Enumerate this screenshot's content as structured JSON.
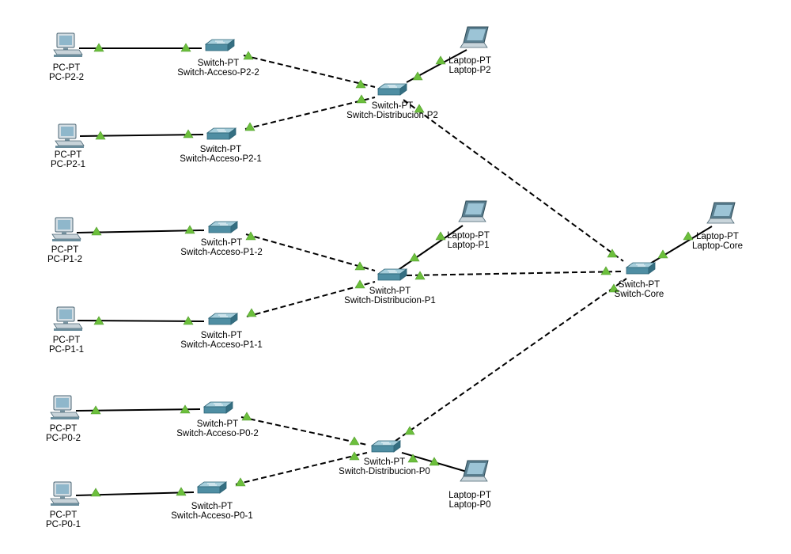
{
  "devices": [
    {
      "id": "pc-p2-2",
      "kind": "pc",
      "model": "PC-PT",
      "name": "PC-P2-2"
    },
    {
      "id": "pc-p2-1",
      "kind": "pc",
      "model": "PC-PT",
      "name": "PC-P2-1"
    },
    {
      "id": "pc-p1-2",
      "kind": "pc",
      "model": "PC-PT",
      "name": "PC-P1-2"
    },
    {
      "id": "pc-p1-1",
      "kind": "pc",
      "model": "PC-PT",
      "name": "PC-P1-1"
    },
    {
      "id": "pc-p0-2",
      "kind": "pc",
      "model": "PC-PT",
      "name": "PC-P0-2"
    },
    {
      "id": "pc-p0-1",
      "kind": "pc",
      "model": "PC-PT",
      "name": "PC-P0-1"
    },
    {
      "id": "sw-a-p2-2",
      "kind": "switch",
      "model": "Switch-PT",
      "name": "Switch-Acceso-P2-2"
    },
    {
      "id": "sw-a-p2-1",
      "kind": "switch",
      "model": "Switch-PT",
      "name": "Switch-Acceso-P2-1"
    },
    {
      "id": "sw-a-p1-2",
      "kind": "switch",
      "model": "Switch-PT",
      "name": "Switch-Acceso-P1-2"
    },
    {
      "id": "sw-a-p1-1",
      "kind": "switch",
      "model": "Switch-PT",
      "name": "Switch-Acceso-P1-1"
    },
    {
      "id": "sw-a-p0-2",
      "kind": "switch",
      "model": "Switch-PT",
      "name": "Switch-Acceso-P0-2"
    },
    {
      "id": "sw-a-p0-1",
      "kind": "switch",
      "model": "Switch-PT",
      "name": "Switch-Acceso-P0-1"
    },
    {
      "id": "sw-d-p2",
      "kind": "switch",
      "model": "Switch-PT",
      "name": "Switch-Distribucion-P2"
    },
    {
      "id": "sw-d-p1",
      "kind": "switch",
      "model": "Switch-PT",
      "name": "Switch-Distribucion-P1"
    },
    {
      "id": "sw-d-p0",
      "kind": "switch",
      "model": "Switch-PT",
      "name": "Switch-Distribucion-P0"
    },
    {
      "id": "sw-core",
      "kind": "switch",
      "model": "Switch-PT",
      "name": "Switch-Core"
    },
    {
      "id": "lap-p2",
      "kind": "laptop",
      "model": "Laptop-PT",
      "name": "Laptop-P2"
    },
    {
      "id": "lap-p1",
      "kind": "laptop",
      "model": "Laptop-PT",
      "name": "Laptop-P1"
    },
    {
      "id": "lap-p0",
      "kind": "laptop",
      "model": "Laptop-PT",
      "name": "Laptop-P0"
    },
    {
      "id": "lap-core",
      "kind": "laptop",
      "model": "Laptop-PT",
      "name": "Laptop-Core"
    }
  ],
  "links": [
    {
      "from": "pc-p2-2",
      "to": "sw-a-p2-2",
      "style": "straight-through"
    },
    {
      "from": "pc-p2-1",
      "to": "sw-a-p2-1",
      "style": "straight-through"
    },
    {
      "from": "pc-p1-2",
      "to": "sw-a-p1-2",
      "style": "straight-through"
    },
    {
      "from": "pc-p1-1",
      "to": "sw-a-p1-1",
      "style": "straight-through"
    },
    {
      "from": "pc-p0-2",
      "to": "sw-a-p0-2",
      "style": "straight-through"
    },
    {
      "from": "pc-p0-1",
      "to": "sw-a-p0-1",
      "style": "straight-through"
    },
    {
      "from": "sw-a-p2-2",
      "to": "sw-d-p2",
      "style": "crossover"
    },
    {
      "from": "sw-a-p2-1",
      "to": "sw-d-p2",
      "style": "crossover"
    },
    {
      "from": "sw-a-p1-2",
      "to": "sw-d-p1",
      "style": "crossover"
    },
    {
      "from": "sw-a-p1-1",
      "to": "sw-d-p1",
      "style": "crossover"
    },
    {
      "from": "sw-a-p0-2",
      "to": "sw-d-p0",
      "style": "crossover"
    },
    {
      "from": "sw-a-p0-1",
      "to": "sw-d-p0",
      "style": "crossover"
    },
    {
      "from": "sw-d-p2",
      "to": "sw-core",
      "style": "crossover"
    },
    {
      "from": "sw-d-p1",
      "to": "sw-core",
      "style": "crossover"
    },
    {
      "from": "sw-d-p0",
      "to": "sw-core",
      "style": "crossover"
    },
    {
      "from": "sw-d-p2",
      "to": "lap-p2",
      "style": "straight-through"
    },
    {
      "from": "sw-d-p1",
      "to": "lap-p1",
      "style": "straight-through"
    },
    {
      "from": "sw-d-p0",
      "to": "lap-p0",
      "style": "straight-through"
    },
    {
      "from": "sw-core",
      "to": "lap-core",
      "style": "straight-through"
    }
  ],
  "colors": {
    "link_up_indicator": "#6cbf3c",
    "switch_body": "#4f8ea3",
    "switch_top": "#a7cfdc",
    "pc_body": "#6b8d9c",
    "cable": "#000000"
  }
}
